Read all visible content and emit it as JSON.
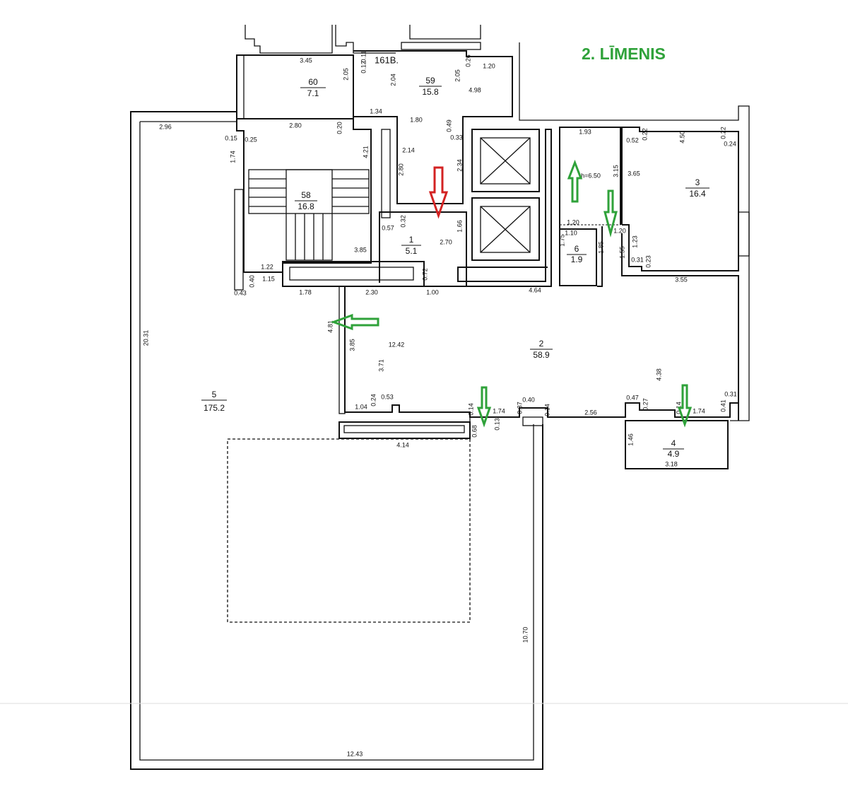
{
  "title": "2. LĪMENIS",
  "colors": {
    "title": "#2fa23a",
    "entry_arrow": "#d32222",
    "exit_arrow": "#2fa23a"
  },
  "rooms": [
    {
      "number": "60",
      "area": "7.1"
    },
    {
      "number": "59",
      "area": "15.8"
    },
    {
      "number": "58",
      "area": "16.8"
    },
    {
      "number": "1",
      "area": "5.1"
    },
    {
      "number": "6",
      "area": "1.9"
    },
    {
      "number": "3",
      "area": "16.4"
    },
    {
      "number": "2",
      "area": "58.9"
    },
    {
      "number": "4",
      "area": "4.9"
    },
    {
      "number": "5",
      "area": "175.2"
    }
  ],
  "dims": [
    "3.45",
    "0.11",
    "0.12",
    "161B.",
    "0.26",
    "1.20",
    "2.05",
    "2.04",
    "2.05",
    "4.98",
    "1.34",
    "1.80",
    "0.49",
    "0.33",
    "2.96",
    "2.80",
    "0.20",
    "0.15",
    "0.25",
    "1.74",
    "4.21",
    "2.14",
    "2.80",
    "2.34",
    "0.57",
    "0.32",
    "1.66",
    "2.70",
    "3.85",
    "1.22",
    "1.15",
    "0.40",
    "0.43",
    "1.78",
    "2.30",
    "1.00",
    "0.72",
    "4.64",
    "1.93",
    "h=6.50",
    "3.15",
    "3.65",
    "0.52",
    "0.22",
    "4.50",
    "0.22",
    "0.24",
    "1.20",
    "1.10",
    "1.75",
    "1.85",
    "1.20",
    "1.55",
    "1.23",
    "0.31",
    "0.23",
    "3.55",
    "4.81",
    "3.85",
    "12.42",
    "3.71",
    "4.38",
    "1.04",
    "0.24",
    "0.53",
    "0.14",
    "1.74",
    "0.37",
    "0.40",
    "0.14",
    "2.56",
    "0.47",
    "0.27",
    "0.14",
    "1.74",
    "0.41",
    "0.31",
    "0.68",
    "0.13",
    "4.14",
    "1.46",
    "3.18",
    "20.31",
    "10.70",
    "12.43"
  ]
}
